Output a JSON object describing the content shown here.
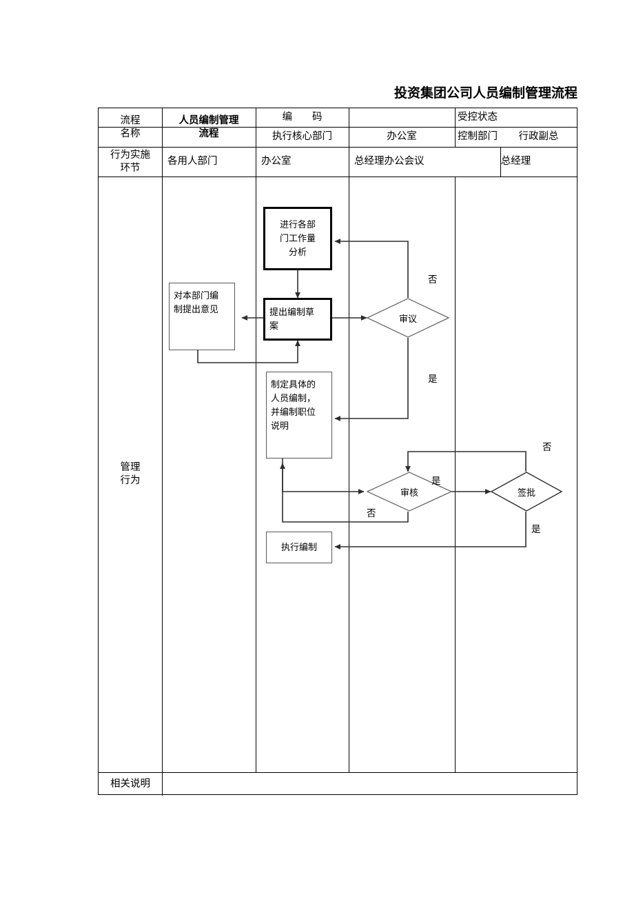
{
  "title": "投资集团公司人员编制管理流程",
  "table": {
    "header": {
      "row1": {
        "c1": "流程\n名称",
        "c2": "人员编制管理\n流程",
        "c3": "编　　码",
        "c4": "",
        "c5": "受控状态",
        "c6": ""
      },
      "row2": {
        "c3": "执行核心部门",
        "c4": "办公室",
        "c5": "控制部门",
        "c6": "行政副总"
      },
      "row3": {
        "c1": "行为实施\n环节",
        "c2": "各用人部门",
        "c3": "办公室",
        "c4": "总经理办公会议",
        "c5": "总经理"
      }
    },
    "body_label": "管理\n行为",
    "footer": {
      "label": "相关说明",
      "value": ""
    }
  },
  "flow": {
    "nodes": [
      {
        "id": "analysis",
        "label": "进行各部\n门工作量\n分析",
        "shape": "process-thick",
        "lane": "办公室"
      },
      {
        "id": "draft",
        "label": "提出编制草\n案",
        "shape": "process-thick",
        "lane": "办公室"
      },
      {
        "id": "opinion",
        "label": "对本部门编\n制提出意见",
        "shape": "process",
        "lane": "各用人部门"
      },
      {
        "id": "review1",
        "label": "审议",
        "shape": "decision",
        "lane": "总经理办公会议"
      },
      {
        "id": "detail",
        "label": "制定具体的\n人员编制，\n并编制职位\n说明",
        "shape": "process",
        "lane": "办公室"
      },
      {
        "id": "review2",
        "label": "审核",
        "shape": "decision",
        "lane": "总经理办公会议"
      },
      {
        "id": "approve",
        "label": "签批",
        "shape": "decision",
        "lane": "总经理"
      },
      {
        "id": "execute",
        "label": "执行编制",
        "shape": "process",
        "lane": "办公室"
      }
    ],
    "edge_labels": {
      "review1_no": "否",
      "review1_yes": "是",
      "review2_no": "否",
      "review2_yes": "是",
      "approve_no": "否",
      "approve_yes": "是"
    }
  },
  "colors": {
    "line": "#575757",
    "line_strong": "#000000",
    "background": "#ffffff"
  }
}
